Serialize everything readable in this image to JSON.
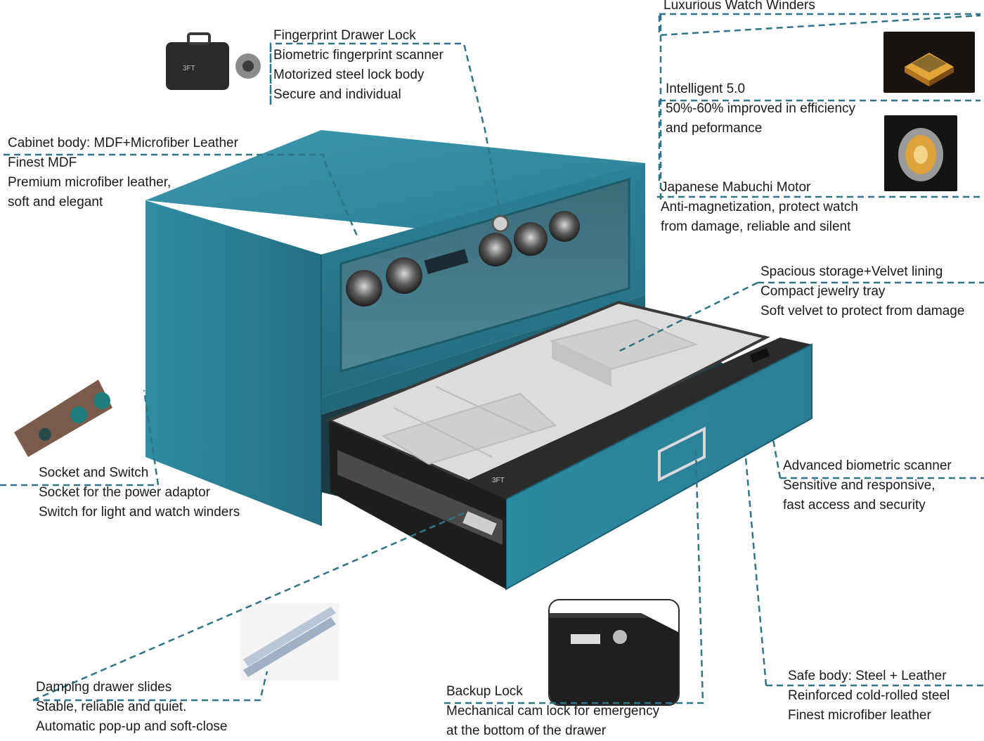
{
  "callouts": {
    "fingerprint_lock": [
      "Fingerprint Drawer Lock",
      "Biometric fingerprint scanner",
      "Motorized steel lock body",
      "Secure and individual"
    ],
    "cabinet_body": [
      "Cabinet body: MDF+Microfiber Leather",
      "Finest MDF",
      "Premium microfiber leather,",
      "soft and elegant"
    ],
    "watch_winders": [
      "Luxurious Watch Winders"
    ],
    "intelligent": [
      "Intelligent 5.0",
      "50%-60% improved in efficiency",
      "and peformance"
    ],
    "motor": [
      "Japanese Mabuchi Motor",
      "Anti-magnetization, protect watch",
      "from damage, reliable and silent"
    ],
    "storage": [
      "Spacious storage+Velvet lining",
      "Compact jewelry tray",
      "Soft velvet to protect from damage"
    ],
    "socket": [
      "Socket and Switch",
      "Socket for the power adaptor",
      "Switch for light and watch winders"
    ],
    "biometric": [
      "Advanced biometric scanner",
      "Sensitive and responsive,",
      "fast access and security"
    ],
    "slides": [
      "Damping drawer slides",
      "Stable, reliable and quiet.",
      "Automatic pop-up and soft-close"
    ],
    "backup_lock": [
      "Backup Lock",
      "Mechanical cam lock for emergency",
      "at the bottom of the drawer"
    ],
    "safe_body": [
      "Safe body: Steel + Leather",
      "Reinforced cold-rolled steel",
      "Finest microfiber leather"
    ]
  },
  "brand": {
    "logo": "3FT"
  },
  "colors": {
    "leather": "#2e7f95",
    "leader": "#2f7587",
    "tray": "#d9d9d9",
    "panel": "#2b2b2b"
  }
}
